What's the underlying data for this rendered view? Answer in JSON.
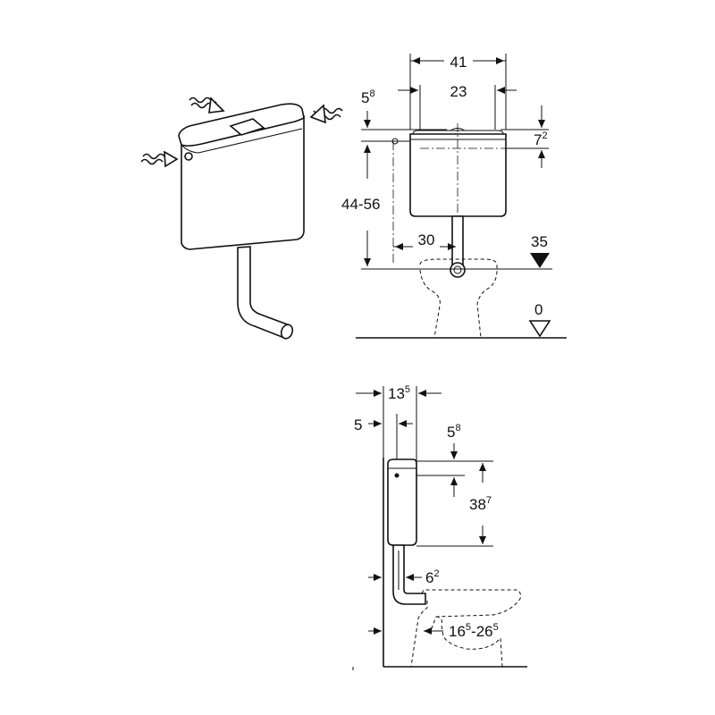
{
  "diagram": {
    "front_view": {
      "width_overall": {
        "main": "41"
      },
      "width_inner": {
        "main": "23"
      },
      "top_offset_left": {
        "main": "5",
        "sup": "8"
      },
      "top_offset_right": {
        "main": "7",
        "sup": "2"
      },
      "height_range": {
        "main": "44-56"
      },
      "inlet_offset": {
        "main": "30"
      },
      "level_mark": {
        "main": "35"
      },
      "floor_mark": {
        "main": "0"
      }
    },
    "side_view": {
      "depth_overall": {
        "main": "13",
        "sup": "5"
      },
      "wall_gap": {
        "main": "5"
      },
      "top_offset": {
        "main": "5",
        "sup": "8"
      },
      "tank_height": {
        "main": "38",
        "sup": "7"
      },
      "pipe_offset": {
        "main": "6",
        "sup": "2"
      },
      "bowl_projection": {
        "main": "16",
        "sup": "5",
        "sep": "-",
        "main2": "26",
        "sup2": "5"
      }
    }
  }
}
